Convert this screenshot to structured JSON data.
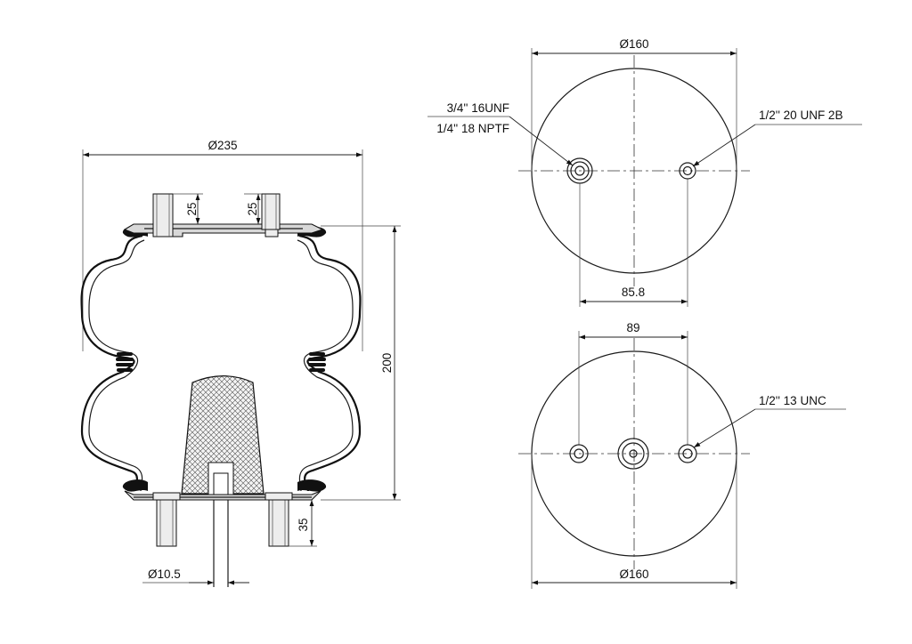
{
  "side_view": {
    "overall_diameter": "Ø235",
    "height": "200",
    "top_stud_left": "25",
    "top_stud_right": "25",
    "bottom_stud": "35",
    "hole_diameter": "Ø10.5"
  },
  "top_view": {
    "diameter": "Ø160",
    "port_label_1": "3/4'' 16UNF",
    "port_label_2": "1/4'' 18 NPTF",
    "stud_label": "1/2'' 20 UNF 2B",
    "spacing": "85.8"
  },
  "bottom_view": {
    "diameter": "Ø160",
    "spacing": "89",
    "stud_label": "1/2'' 13 UNC"
  }
}
